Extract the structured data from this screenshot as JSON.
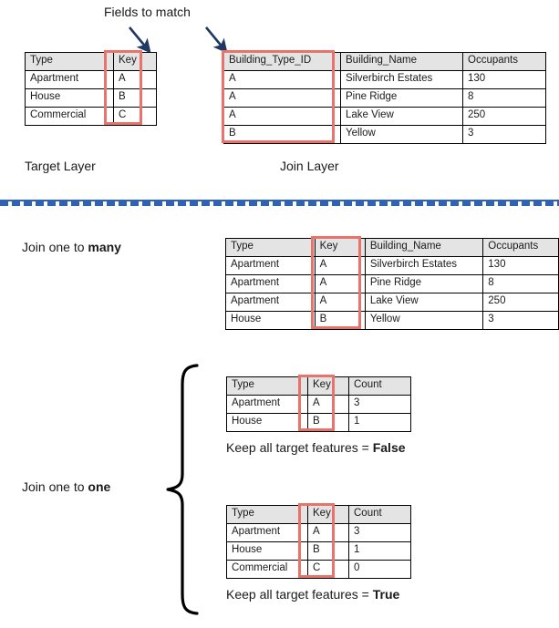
{
  "annotations": {
    "fields_to_match": "Fields to match",
    "target_layer": "Target Layer",
    "join_layer": "Join Layer",
    "join_one_to_many_prefix": "Join one to ",
    "join_one_to_many_emphasis": "many",
    "join_one_to_one_prefix": "Join one to ",
    "join_one_to_one_emphasis": "one",
    "keep_all_prefix": "Keep all target features = ",
    "keep_all_false": "False",
    "keep_all_true": "True"
  },
  "colors": {
    "highlight_red": "#e8736a",
    "divider_blue": "#2f62b5",
    "header_gray": "#e4e4e4",
    "border_black": "#000000",
    "arrow_dark": "#1f3864"
  },
  "target_table": {
    "headers": [
      "Type",
      "Key"
    ],
    "rows": [
      [
        "Apartment",
        "A"
      ],
      [
        "House",
        "B"
      ],
      [
        "Commercial",
        "C"
      ]
    ],
    "highlight_column": "Key"
  },
  "join_table": {
    "headers": [
      "Building_Type_ID",
      "Building_Name",
      "Occupants"
    ],
    "rows": [
      [
        "A",
        "Silverbirch Estates",
        "130"
      ],
      [
        "A",
        "Pine Ridge",
        "8"
      ],
      [
        "A",
        "Lake View",
        "250"
      ],
      [
        "B",
        "Yellow",
        "3"
      ]
    ],
    "highlight_column": "Building_Type_ID"
  },
  "one_to_many_table": {
    "headers": [
      "Type",
      "Key",
      "Building_Name",
      "Occupants"
    ],
    "rows": [
      [
        "Apartment",
        "A",
        "Silverbirch Estates",
        "130"
      ],
      [
        "Apartment",
        "A",
        "Pine Ridge",
        "8"
      ],
      [
        "Apartment",
        "A",
        "Lake View",
        "250"
      ],
      [
        "House",
        "B",
        "Yellow",
        "3"
      ]
    ],
    "highlight_column": "Key"
  },
  "one_to_one_false_table": {
    "headers": [
      "Type",
      "Key",
      "Count"
    ],
    "rows": [
      [
        "Apartment",
        "A",
        "3"
      ],
      [
        "House",
        "B",
        "1"
      ]
    ],
    "highlight_column": "Key"
  },
  "one_to_one_true_table": {
    "headers": [
      "Type",
      "Key",
      "Count"
    ],
    "rows": [
      [
        "Apartment",
        "A",
        "3"
      ],
      [
        "House",
        "B",
        "1"
      ],
      [
        "Commercial",
        "C",
        "0"
      ]
    ],
    "highlight_column": "Key"
  }
}
